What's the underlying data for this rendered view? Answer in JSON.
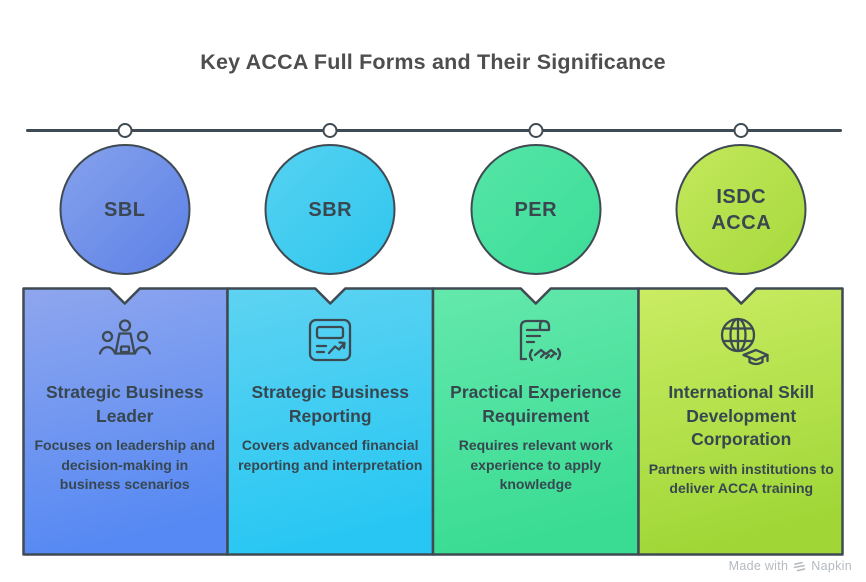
{
  "title": "Key ACCA Full Forms and Their Significance",
  "watermark": {
    "prefix": "Made with",
    "brand": "Napkin"
  },
  "colors": {
    "stroke": "#3f4a52",
    "title_text": "#4e4e4e",
    "panel_text": "#374750",
    "watermark_text": "#b4bac0"
  },
  "columns": [
    {
      "abbr": "SBL",
      "full_name": "Strategic Business Leader",
      "description": "Focuses on leadership and decision-making in business scenarios",
      "icon": "presentation-leader-icon",
      "bubble_gradient": {
        "from": "#86a2ec",
        "to": "#5c80e6"
      },
      "panel_gradient": {
        "from": "#8fa6ee",
        "to": "#5689f3"
      }
    },
    {
      "abbr": "SBR",
      "full_name": "Strategic Business Reporting",
      "description": "Covers advanced financial reporting and interpretation",
      "icon": "report-chart-icon",
      "bubble_gradient": {
        "from": "#55d2f0",
        "to": "#2fc6ef"
      },
      "panel_gradient": {
        "from": "#5ed3f1",
        "to": "#28c7f3"
      }
    },
    {
      "abbr": "PER",
      "full_name": "Practical Experience Requirement",
      "description": "Requires relevant work experience to apply knowledge",
      "icon": "certificate-handshake-icon",
      "bubble_gradient": {
        "from": "#55e5a6",
        "to": "#3cdd98"
      },
      "panel_gradient": {
        "from": "#64e8ac",
        "to": "#3adc93"
      }
    },
    {
      "abbr": "ISDC ACCA",
      "full_name": "International Skill Development Corporation",
      "description": "Partners with institutions to deliver ACCA training",
      "icon": "globe-graduation-icon",
      "bubble_gradient": {
        "from": "#c3e85c",
        "to": "#a6d93c"
      },
      "panel_gradient": {
        "from": "#caec63",
        "to": "#a0d737"
      }
    }
  ]
}
